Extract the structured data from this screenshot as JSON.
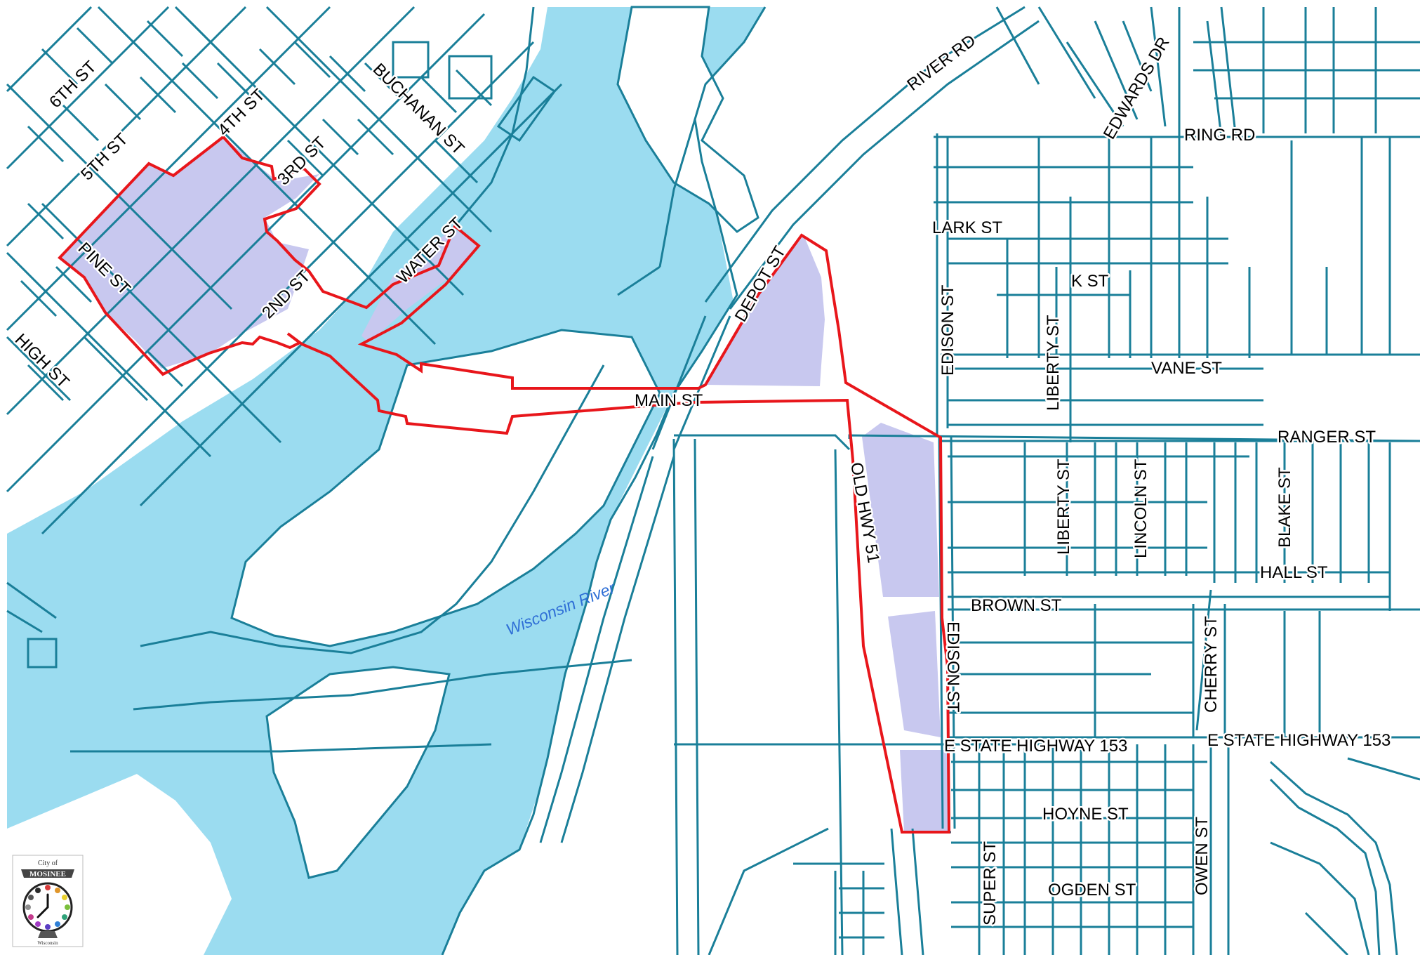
{
  "map": {
    "colors": {
      "water": "#9bdcf0",
      "parcel_line": "#1a7f99",
      "district_fill": "#c8c8ef",
      "boundary": "#e8161b",
      "river_label": "#2f6fd6",
      "background": "#ffffff"
    },
    "river_label": "Wisconsin River",
    "streets": {
      "sixth": "6TH ST",
      "fifth": "5TH ST",
      "fourth": "4TH ST",
      "third": "3RD ST",
      "second": "2ND ST",
      "buchanan": "BUCHANAN ST",
      "water": "WATER ST",
      "pine": "PINE ST",
      "high": "HIGH ST",
      "river_rd": "RIVER RD",
      "edwards": "EDWARDS DR",
      "ring": "RING RD",
      "depot": "DEPOT ST",
      "lark": "LARK ST",
      "edison_north": "EDISON ST",
      "k": "K ST",
      "liberty_north": "LIBERTY ST",
      "vane": "VANE ST",
      "main": "MAIN ST",
      "ranger": "RANGER ST",
      "old_hwy": "OLD HWY 51",
      "liberty_south": "LIBERTY ST",
      "lincoln": "LINCOLN ST",
      "blake": "BLAKE ST",
      "hall": "HALL ST",
      "brown": "BROWN ST",
      "edison_south": "EDISON ST",
      "cherry": "CHERRY ST",
      "hwy153_west": "E STATE HIGHWAY 153",
      "hwy153_east": "E STATE HIGHWAY 153",
      "hoyne": "HOYNE ST",
      "super": "SUPER ST",
      "ogden": "OGDEN ST",
      "owen": "OWEN ST"
    },
    "logo": {
      "top_text": "City of",
      "name": "MOSINEE",
      "bottom_text": "Wisconsin"
    }
  }
}
